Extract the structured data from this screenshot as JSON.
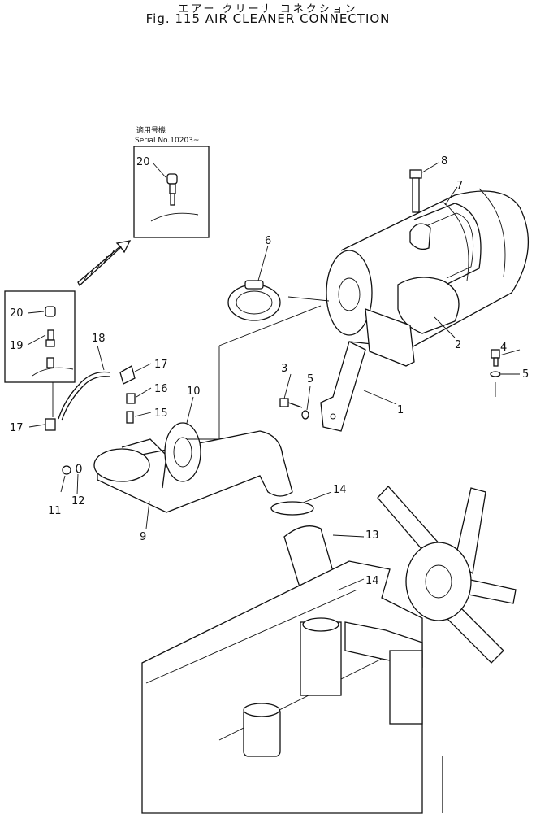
{
  "header": {
    "title_jp": "エアー クリーナ コネクション",
    "title_en": "Fig. 115  AIR CLEANER CONNECTION"
  },
  "inset": {
    "note_jp": "適用号機",
    "note_serial": "Serial No.10203~"
  },
  "callouts": [
    "1",
    "2",
    "3",
    "4",
    "5",
    "5",
    "6",
    "7",
    "8",
    "9",
    "10",
    "11",
    "12",
    "13",
    "14",
    "14",
    "15",
    "16",
    "17",
    "17",
    "18",
    "19",
    "20",
    "20"
  ]
}
